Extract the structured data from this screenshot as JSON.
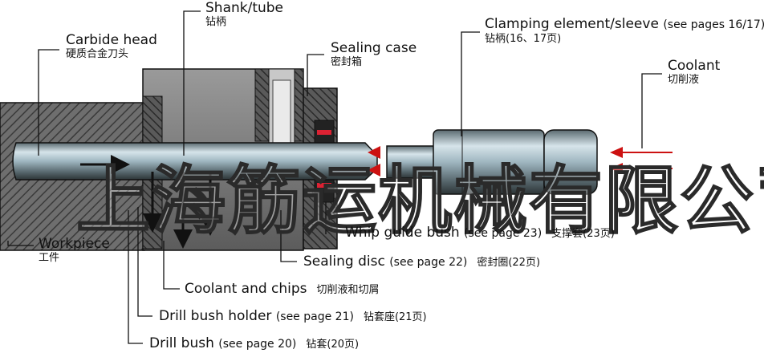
{
  "labels": {
    "carbide_head": {
      "en": "Carbide head",
      "zh": "硬质合金刀头"
    },
    "shank_tube": {
      "en": "Shank/tube",
      "zh": "钻柄"
    },
    "sealing_case": {
      "en": "Sealing case",
      "zh": "密封箱"
    },
    "clamping": {
      "en": "Clamping element/sleeve",
      "ref": "(see pages 16/17)",
      "zh": "钻柄(16、17页)"
    },
    "coolant": {
      "en": "Coolant",
      "zh": "切削液"
    },
    "whip_guide": {
      "en": "Whip guide bush",
      "ref": "(see page 23)",
      "zh": "支撑套(23页)"
    },
    "sealing_disc": {
      "en": "Sealing disc",
      "ref": "(see page 22)",
      "zh": "密封圈(22页)"
    },
    "coolant_chips": {
      "en": "Coolant and chips",
      "zh": "切削液和切屑"
    },
    "drill_bush_holder": {
      "en": "Drill bush holder",
      "ref": "(see page 21)",
      "zh": "钻套座(21页)"
    },
    "drill_bush": {
      "en": "Drill bush",
      "ref": "(see page 20)",
      "zh": "钻套(20页)"
    },
    "workpiece": {
      "en": "Workpiece",
      "zh": "工件"
    }
  },
  "watermark": "上海筋运机械有限公司",
  "colors": {
    "coolant_arrow": "#cc1111",
    "metal_dark": "#3c3c3c",
    "metal_mid": "#7a7a7a",
    "steel_blue": "#b8cfd6",
    "outline": "#111111"
  }
}
